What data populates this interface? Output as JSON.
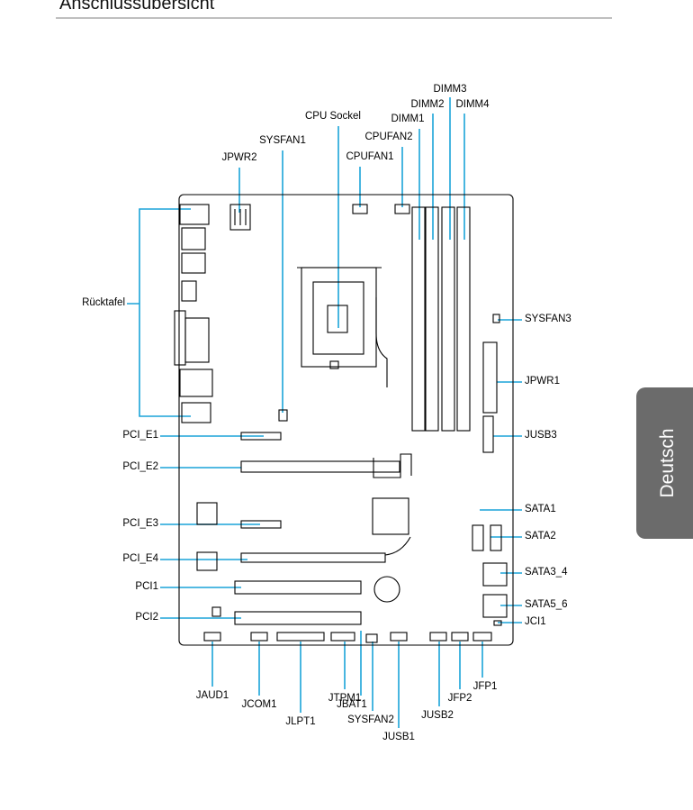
{
  "page": {
    "title": "Anschlussübersicht",
    "language_tab": "Deutsch"
  },
  "labels": {
    "rucktafel": "Rücktafel",
    "pci_e1": "PCI_E1",
    "pci_e2": "PCI_E2",
    "pci_e3": "PCI_E3",
    "pci_e4": "PCI_E4",
    "pci1": "PCI1",
    "pci2": "PCI2",
    "jpwr2": "JPWR2",
    "sysfan1": "SYSFAN1",
    "cpu_sockel": "CPU Sockel",
    "cpufan2": "CPUFAN2",
    "cpufan1": "CPUFAN1",
    "dimm1": "DIMM1",
    "dimm2": "DIMM2",
    "dimm3": "DIMM3",
    "dimm4": "DIMM4",
    "sysfan3": "SYSFAN3",
    "jpwr1": "JPWR1",
    "jusb3": "JUSB3",
    "sata1": "SATA1",
    "sata2": "SATA2",
    "sata3_4": "SATA3_4",
    "sata5_6": "SATA5_6",
    "jci1": "JCI1",
    "jaud1": "JAUD1",
    "jcom1": "JCOM1",
    "jlpt1": "JLPT1",
    "jtpm1": "JTPM1",
    "jbat1": "JBAT1",
    "sysfan2": "SYSFAN2",
    "jusb1": "JUSB1",
    "jusb2": "JUSB2",
    "jfp2": "JFP2",
    "jfp1": "JFP1"
  },
  "colors": {
    "callout": "#1aa3d9",
    "board": "#000000",
    "tab": "#6b6b6b"
  }
}
